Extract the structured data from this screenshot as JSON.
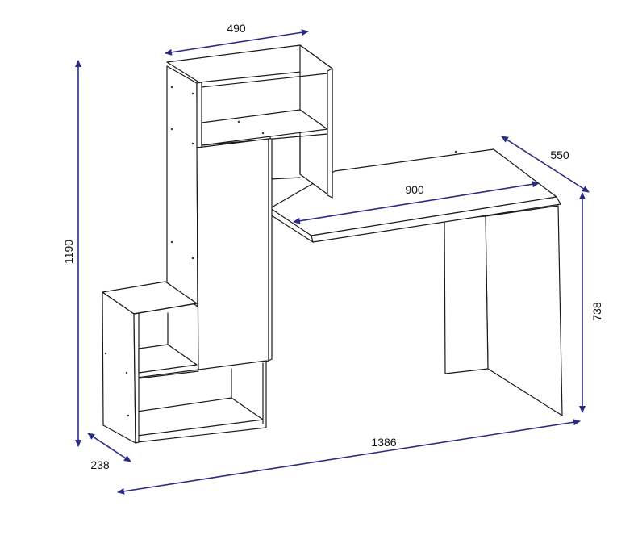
{
  "colors": {
    "dimension": "#2b2a85",
    "outline": "#1a1a1a",
    "background": "#ffffff"
  },
  "dimensions": {
    "hutch_width": "490",
    "desk_depth": "550",
    "desk_top_width": "900",
    "total_height": "1190",
    "desk_height": "738",
    "total_width": "1386",
    "cabinet_depth": "238"
  }
}
